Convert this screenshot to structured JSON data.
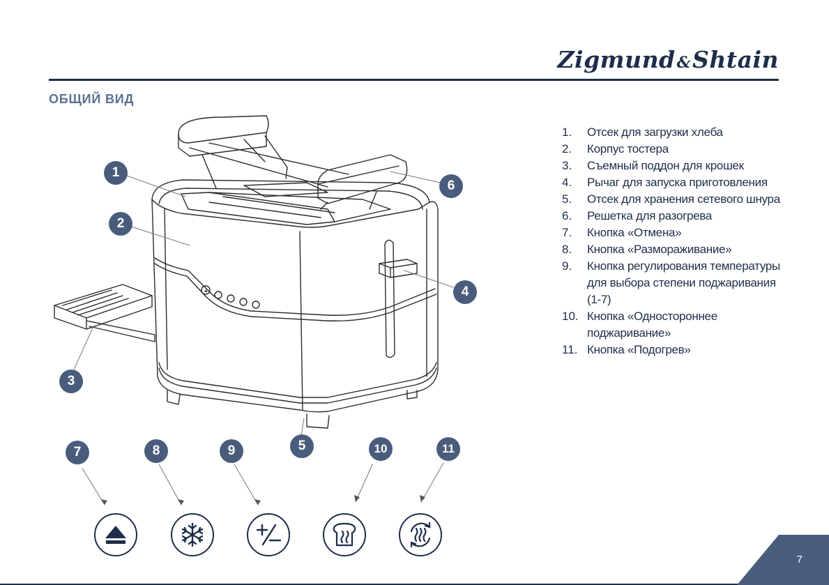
{
  "header": {
    "brand_left": "Zigmund",
    "brand_amp": "&",
    "brand_right": "Shtain"
  },
  "section_title": "ОБЩИЙ ВИД",
  "legend": [
    {
      "num": "1.",
      "text": "Отсек для загрузки хлеба"
    },
    {
      "num": "2.",
      "text": "Корпус тостера"
    },
    {
      "num": "3.",
      "text": "Съемный поддон для крошек"
    },
    {
      "num": "4.",
      "text": "Рычаг для запуска приготовления"
    },
    {
      "num": "5.",
      "text": "Отсек для хранения сетевого шнура"
    },
    {
      "num": "6.",
      "text": "Решетка для разогрева"
    },
    {
      "num": "7.",
      "text": "Кнопка «Отмена»"
    },
    {
      "num": "8.",
      "text": "Кнопка «Размораживание»"
    },
    {
      "num": "9.",
      "text": "Кнопка регулирования температуры для выбора степени поджаривания (1-7)"
    },
    {
      "num": "10.",
      "text": "Кнопка «Одностороннее поджаривание»"
    },
    {
      "num": "11.",
      "text": "Кнопка «Подогрев»"
    }
  ],
  "markers": [
    "1",
    "2",
    "3",
    "4",
    "5",
    "6",
    "7",
    "8",
    "9",
    "10",
    "11"
  ],
  "icons": [
    "eject-icon",
    "snowflake-icon",
    "plus-minus-icon",
    "toast-icon",
    "reheat-icon"
  ],
  "page_number": "7",
  "colors": {
    "brand": "#1e2d4a",
    "accent": "#4a5c7c",
    "title": "#5a7091"
  }
}
